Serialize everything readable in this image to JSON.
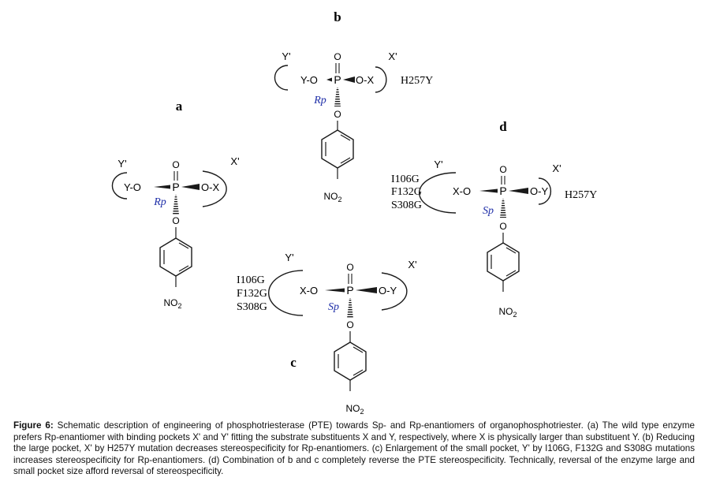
{
  "panels": {
    "a": {
      "label": "a",
      "small_pocket": "Y'",
      "large_pocket": "X'",
      "left_group": "Y-O",
      "right_group": "O-X",
      "phosphorus": "P",
      "oxo": "O",
      "bridge_o": "O",
      "config": "Rp",
      "nitro": "NO",
      "nitro_sub": "2"
    },
    "b": {
      "label": "b",
      "small_pocket": "Y'",
      "large_pocket": "X'",
      "left_group": "Y-O",
      "right_group": "O-X",
      "phosphorus": "P",
      "oxo": "O",
      "bridge_o": "O",
      "config": "Rp",
      "mutation": "H257Y",
      "nitro": "NO",
      "nitro_sub": "2"
    },
    "c": {
      "label": "c",
      "small_pocket": "Y'",
      "large_pocket": "X'",
      "left_group": "X-O",
      "right_group": "O-Y",
      "phosphorus": "P",
      "oxo": "O",
      "bridge_o": "O",
      "config": "Sp",
      "mutations": [
        "I106G",
        "F132G",
        "S308G"
      ],
      "nitro": "NO",
      "nitro_sub": "2"
    },
    "d": {
      "label": "d",
      "small_pocket": "Y'",
      "large_pocket": "X'",
      "left_group": "X-O",
      "right_group": "O-Y",
      "phosphorus": "P",
      "oxo": "O",
      "bridge_o": "O",
      "config": "Sp",
      "mutations": [
        "I106G",
        "F132G",
        "S308G"
      ],
      "mutation_right": "H257Y",
      "nitro": "NO",
      "nitro_sub": "2"
    }
  },
  "caption": {
    "label": "Figure 6:",
    "text": "Schematic description of engineering of phosphotriesterase (PTE) towards Sp- and Rp-enantiomers of organophosphotriester. (a) The wild type enzyme prefers Rp-enantiomer with binding pockets X' and Y' fitting the substrate substituents X and Y, respectively, where X is physically larger than substituent Y. (b) Reducing the large pocket, X' by H257Y mutation decreases stereospecificity for Rp-enantiomers. (c) Enlargement of the small pocket, Y' by I106G, F132G and S308G mutations increases stereospecificity for Rp-enantiomers. (d) Combination of b and c completely reverse the PTE stereospecificity. Technically, reversal of the enzyme large and small pocket size afford reversal of stereospecificity."
  },
  "colors": {
    "ink": "#1a1a1a",
    "config_label": "#1f2fa8"
  }
}
